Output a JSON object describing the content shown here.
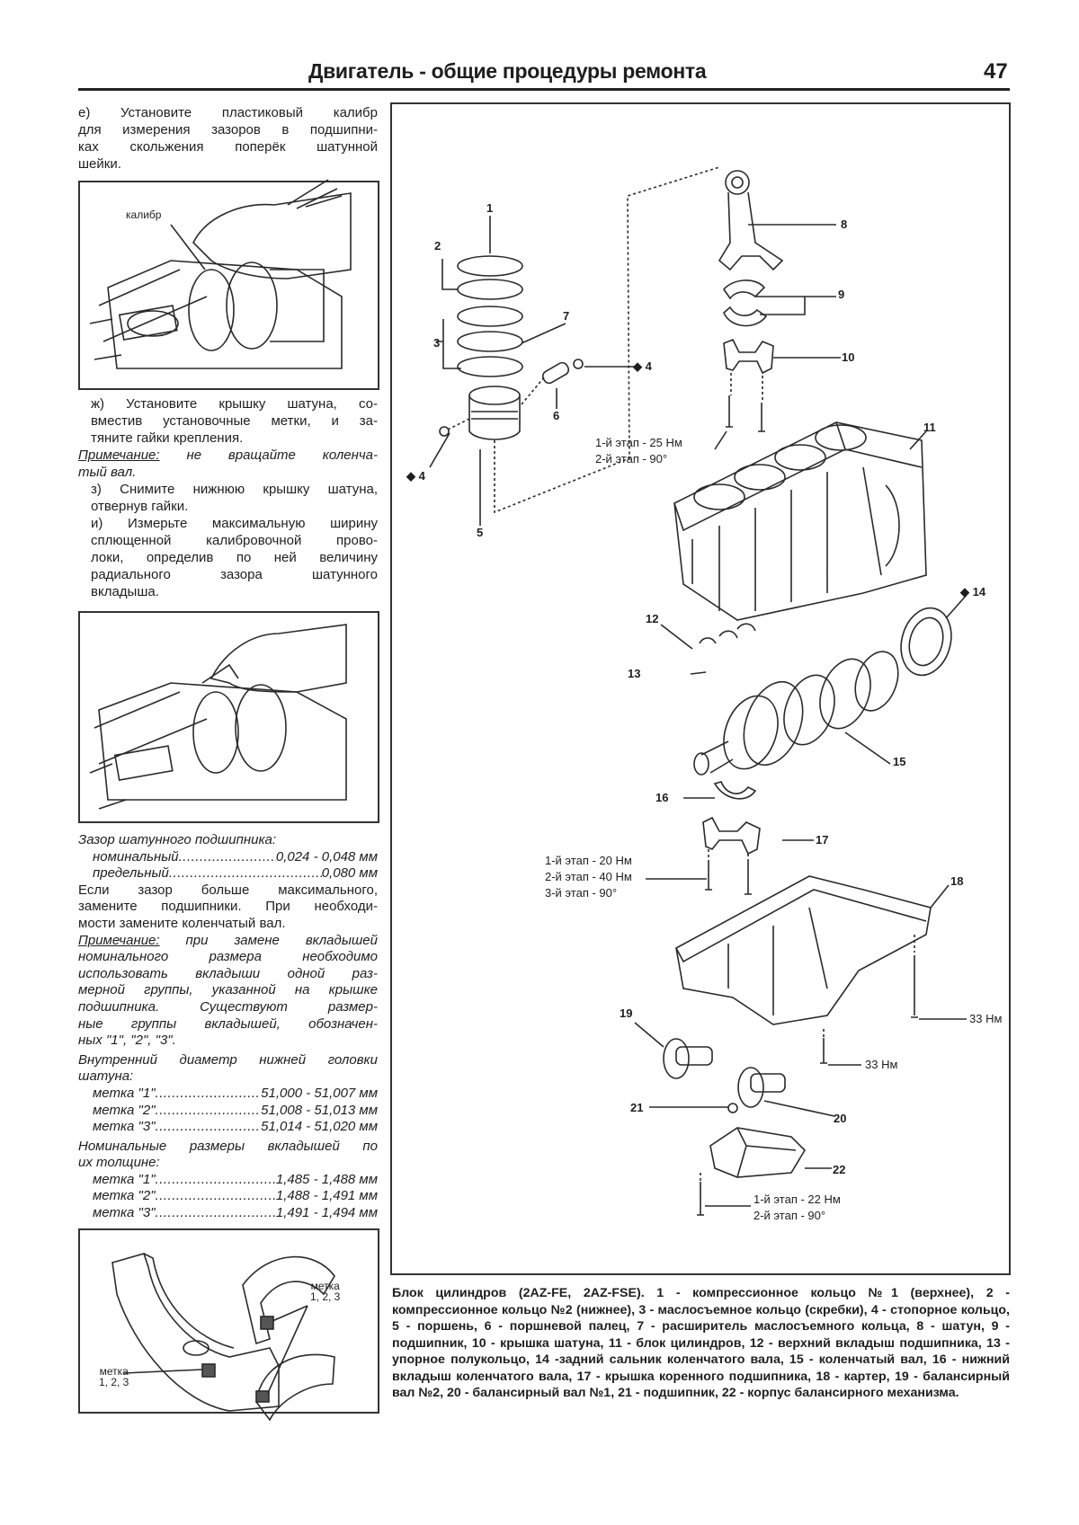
{
  "header": {
    "title": "Двигатель - общие процедуры ремонта",
    "page_number": "47"
  },
  "left": {
    "step_e": [
      "е) Установите пластиковый калибр",
      "для измерения зазоров в подшипни-",
      "ках скольжения поперёк шатунной",
      "шейки."
    ],
    "fig1_label": "калибр",
    "step_zh": [
      "ж) Установите крышку шатуна, со-",
      "вместив установочные метки, и за-",
      "тяните гайки крепления."
    ],
    "note1": {
      "label": "Примечание:",
      "line1": "не вращайте коленча-",
      "line2": "тый вал."
    },
    "step_z": [
      "з) Снимите нижнюю крышку шатуна,",
      "отвернув гайки."
    ],
    "step_i": [
      "и) Измерьте максимальную ширину",
      "сплющенной калибровочной прово-",
      "локи, определив по ней величину",
      "радиального зазора шатунного",
      "вкладыша."
    ],
    "clearance": {
      "title": "Зазор шатунного подшипника:",
      "rows": [
        {
          "label": "номинальный",
          "value": "0,024 - 0,048 мм"
        },
        {
          "label": "предельный",
          "value": "0,080 мм"
        }
      ]
    },
    "replace_text": [
      "Если зазор больше максимального,",
      "замените подшипники. При необходи-",
      "мости замените коленчатый вал."
    ],
    "note2": {
      "label": "Примечание:",
      "line1": "при замене вкладышей",
      "lines": [
        "номинального размера необходимо",
        "использовать вкладыши одной раз-",
        "мерной группы, указанной на крышке",
        "подшипника. Существуют размер-",
        "ные группы вкладышей, обозначен-",
        "ных \"1\", \"2\", \"3\"."
      ]
    },
    "inner_diameter": {
      "title": [
        "Внутренний диаметр нижней головки",
        "шатуна:"
      ],
      "rows": [
        {
          "label": "метка \"1\"",
          "value": "51,000 - 51,007 мм"
        },
        {
          "label": "метка \"2\"",
          "value": "51,008 - 51,013 мм"
        },
        {
          "label": "метка \"3\"",
          "value": "51,014 - 51,020 мм"
        }
      ]
    },
    "thickness": {
      "title": [
        "Номинальные размеры вкладышей по",
        "их толщине:"
      ],
      "rows": [
        {
          "label": "метка \"1\"",
          "value": "1,485 - 1,488 мм"
        },
        {
          "label": "метка \"2\"",
          "value": "1,488 - 1,491 мм"
        },
        {
          "label": "метка \"3\"",
          "value": "1,491 - 1,494 мм"
        }
      ]
    },
    "fig3_mark_label": [
      "метка",
      "1, 2, 3"
    ]
  },
  "diagram": {
    "callouts": {
      "n1": "1",
      "n2": "2",
      "n3": "3",
      "n4a": "◆ 4",
      "n4b": "◆ 4",
      "n5": "5",
      "n6": "6",
      "n7": "7",
      "n8": "8",
      "n9": "9",
      "n10": "10",
      "n11": "11",
      "n12": "12",
      "n13": "13",
      "n14": "◆ 14",
      "n15": "15",
      "n16": "16",
      "n17": "17",
      "n18": "18",
      "n19": "19",
      "n20": "20",
      "n21": "21",
      "n22": "22"
    },
    "torque_conrod": [
      "1-й этап - 25 Нм",
      "2-й этап - 90°"
    ],
    "torque_main": [
      "1-й этап - 20 Нм",
      "2-й этап - 40 Нм",
      "3-й этап - 90°"
    ],
    "torque_pan_1": "33 Нм",
    "torque_pan_2": "33 Нм",
    "torque_balancer": [
      "1-й этап - 22 Нм",
      "2-й этап - 90°"
    ]
  },
  "caption": "Блок цилиндров (2AZ-FE, 2AZ-FSE). 1 - компрессионное кольцо №1 (верхнее), 2 - компрессионное кольцо №2 (нижнее), 3 - маслосъемное кольцо (скребки), 4 - стопорное кольцо, 5 - поршень, 6 - поршневой палец, 7 - расширитель маслосъемного кольца, 8 - шатун, 9 - подшипник, 10 - крышка шатуна, 11 - блок цилиндров, 12 - верхний вкладыш подшипника, 13 - упорное полукольцо, 14 -задний сальник коленчатого вала, 15 - коленчатый вал, 16 - нижний вкладыш коленчатого вала, 17 - крышка коренного подшипника, 18 - картер, 19 - балансирный вал №2, 20 - балансирный вал №1, 21 - подшипник, 22 - корпус балансирного механизма."
}
